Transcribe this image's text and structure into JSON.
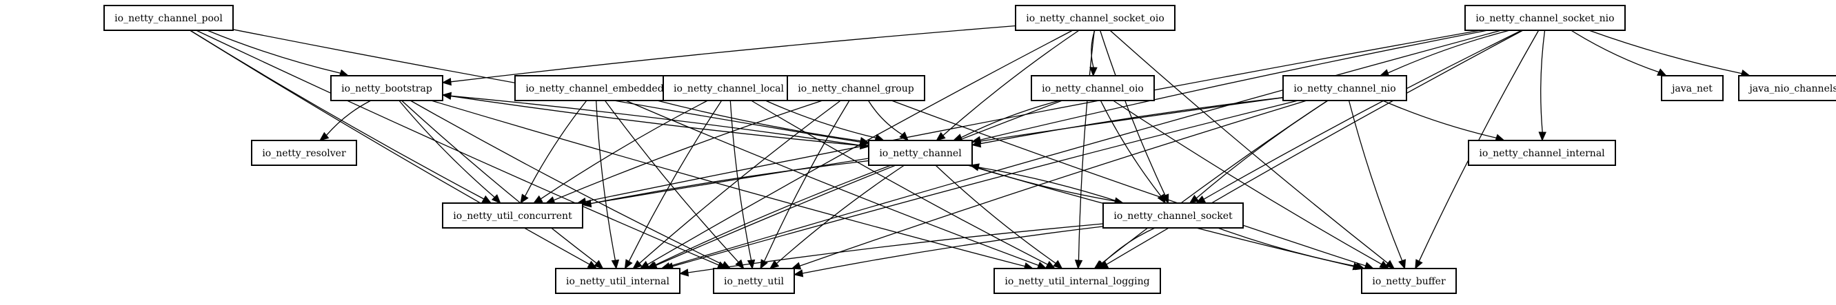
{
  "diagram": {
    "nodes": [
      {
        "id": "pool",
        "label": "io_netty_channel_pool"
      },
      {
        "id": "oio_sock",
        "label": "io_netty_channel_socket_oio"
      },
      {
        "id": "nio_sock",
        "label": "io_netty_channel_socket_nio"
      },
      {
        "id": "bootstrap",
        "label": "io_netty_bootstrap"
      },
      {
        "id": "embedded",
        "label": "io_netty_channel_embedded"
      },
      {
        "id": "local",
        "label": "io_netty_channel_local"
      },
      {
        "id": "group",
        "label": "io_netty_channel_group"
      },
      {
        "id": "oio",
        "label": "io_netty_channel_oio"
      },
      {
        "id": "nio",
        "label": "io_netty_channel_nio"
      },
      {
        "id": "java_net",
        "label": "java_net"
      },
      {
        "id": "java_nio_channels",
        "label": "java_nio_channels"
      },
      {
        "id": "resolver",
        "label": "io_netty_resolver"
      },
      {
        "id": "channel",
        "label": "io_netty_channel"
      },
      {
        "id": "internal",
        "label": "io_netty_channel_internal"
      },
      {
        "id": "concurrent",
        "label": "io_netty_util_concurrent"
      },
      {
        "id": "socket",
        "label": "io_netty_channel_socket"
      },
      {
        "id": "util_internal",
        "label": "io_netty_util_internal"
      },
      {
        "id": "util",
        "label": "io_netty_util"
      },
      {
        "id": "logging",
        "label": "io_netty_util_internal_logging"
      },
      {
        "id": "buffer",
        "label": "io_netty_buffer"
      }
    ],
    "edges": [
      {
        "from": "pool",
        "to": "bootstrap"
      },
      {
        "from": "pool",
        "to": "channel"
      },
      {
        "from": "pool",
        "to": "concurrent"
      },
      {
        "from": "pool",
        "to": "util_internal"
      },
      {
        "from": "pool",
        "to": "util"
      },
      {
        "from": "oio_sock",
        "to": "bootstrap"
      },
      {
        "from": "oio_sock",
        "to": "oio"
      },
      {
        "from": "oio_sock",
        "to": "channel"
      },
      {
        "from": "oio_sock",
        "to": "socket"
      },
      {
        "from": "oio_sock",
        "to": "util_internal"
      },
      {
        "from": "oio_sock",
        "to": "logging"
      },
      {
        "from": "oio_sock",
        "to": "buffer"
      },
      {
        "from": "nio_sock",
        "to": "nio"
      },
      {
        "from": "nio_sock",
        "to": "java_net"
      },
      {
        "from": "nio_sock",
        "to": "java_nio_channels"
      },
      {
        "from": "nio_sock",
        "to": "internal"
      },
      {
        "from": "nio_sock",
        "to": "channel"
      },
      {
        "from": "nio_sock",
        "to": "socket"
      },
      {
        "from": "nio_sock",
        "to": "concurrent"
      },
      {
        "from": "nio_sock",
        "to": "util_internal"
      },
      {
        "from": "nio_sock",
        "to": "logging"
      },
      {
        "from": "nio_sock",
        "to": "buffer"
      },
      {
        "from": "bootstrap",
        "to": "resolver"
      },
      {
        "from": "bootstrap",
        "to": "channel"
      },
      {
        "from": "bootstrap",
        "to": "concurrent"
      },
      {
        "from": "bootstrap",
        "to": "util_internal"
      },
      {
        "from": "bootstrap",
        "to": "util"
      },
      {
        "from": "bootstrap",
        "to": "logging"
      },
      {
        "from": "embedded",
        "to": "channel"
      },
      {
        "from": "embedded",
        "to": "concurrent"
      },
      {
        "from": "embedded",
        "to": "util_internal"
      },
      {
        "from": "embedded",
        "to": "util"
      },
      {
        "from": "embedded",
        "to": "logging"
      },
      {
        "from": "local",
        "to": "channel"
      },
      {
        "from": "local",
        "to": "concurrent"
      },
      {
        "from": "local",
        "to": "util_internal"
      },
      {
        "from": "local",
        "to": "util"
      },
      {
        "from": "local",
        "to": "logging"
      },
      {
        "from": "group",
        "to": "channel"
      },
      {
        "from": "group",
        "to": "concurrent"
      },
      {
        "from": "group",
        "to": "util_internal"
      },
      {
        "from": "group",
        "to": "util"
      },
      {
        "from": "group",
        "to": "buffer"
      },
      {
        "from": "oio",
        "to": "channel"
      },
      {
        "from": "oio",
        "to": "socket"
      },
      {
        "from": "oio",
        "to": "util_internal"
      },
      {
        "from": "oio",
        "to": "buffer"
      },
      {
        "from": "nio",
        "to": "channel"
      },
      {
        "from": "nio",
        "to": "internal"
      },
      {
        "from": "nio",
        "to": "socket"
      },
      {
        "from": "nio",
        "to": "concurrent"
      },
      {
        "from": "nio",
        "to": "util_internal"
      },
      {
        "from": "nio",
        "to": "util"
      },
      {
        "from": "nio",
        "to": "logging"
      },
      {
        "from": "nio",
        "to": "buffer"
      },
      {
        "from": "channel",
        "to": "bootstrap"
      },
      {
        "from": "channel",
        "to": "socket"
      },
      {
        "from": "channel",
        "to": "concurrent"
      },
      {
        "from": "channel",
        "to": "util_internal"
      },
      {
        "from": "channel",
        "to": "util"
      },
      {
        "from": "channel",
        "to": "logging"
      },
      {
        "from": "channel",
        "to": "buffer"
      },
      {
        "from": "socket",
        "to": "channel"
      },
      {
        "from": "socket",
        "to": "util_internal"
      },
      {
        "from": "socket",
        "to": "util"
      },
      {
        "from": "socket",
        "to": "logging"
      },
      {
        "from": "socket",
        "to": "buffer"
      }
    ]
  }
}
